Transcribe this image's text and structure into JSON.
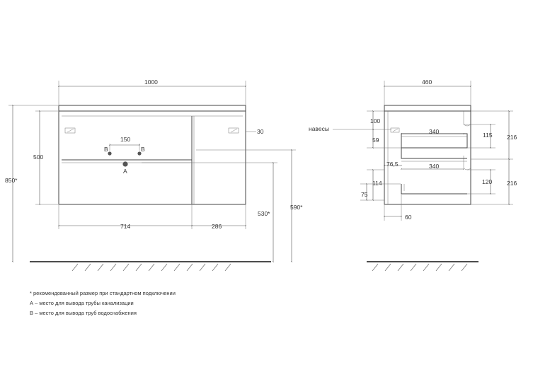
{
  "front_view": {
    "width_total": "1000",
    "holes_spacing": "150",
    "hole_b_left": "B",
    "hole_b_right": "B",
    "hole_a": "A",
    "height_body": "500",
    "height_total": "850*",
    "hinge_offset": "30",
    "height_590": "590*",
    "height_530": "530*",
    "width_714": "714",
    "width_286": "286"
  },
  "side_view": {
    "depth_total": "460",
    "hinges_label": "навесы",
    "dim_100": "100",
    "dim_59": "59",
    "dim_340_top": "340",
    "dim_115": "115",
    "dim_216_top": "216",
    "dim_76_5": "76,5",
    "dim_340_bottom": "340",
    "dim_114": "114",
    "dim_120": "120",
    "dim_216_bottom": "216",
    "dim_75": "75",
    "dim_60": "60"
  },
  "notes": {
    "recommended": "* рекомендованный размер при стандартном подключении",
    "point_a": "А – место для вывода трубы канализации",
    "point_b": "В – место для вывода труб водоснабжения"
  },
  "colors": {
    "line": "#444444",
    "text": "#333333",
    "hole": "#555555"
  }
}
